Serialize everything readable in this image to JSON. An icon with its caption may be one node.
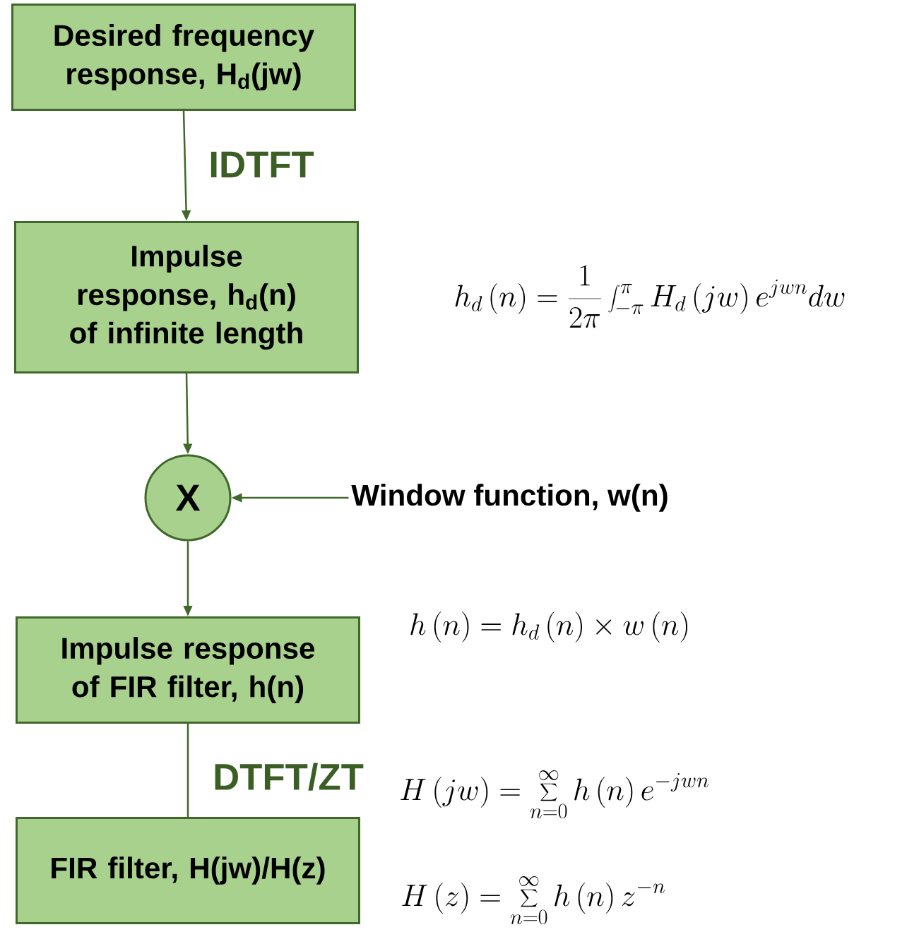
{
  "diagram": {
    "nodes": [
      {
        "text": [
          "Desired frequency response, H$_{d}$(jw)"
        ]
      },
      {
        "text": [
          "Impulse response, h$_{d}$(n) of infinite length"
        ]
      },
      {
        "text": [
          "X"
        ]
      },
      {
        "text": [
          "Window function, w(n)"
        ]
      },
      {
        "text": [
          "Impulse response of FIR filter, h(n)"
        ]
      },
      {
        "text": [
          "FIR filter, H(jw)/H(z)"
        ]
      }
    ],
    "edges": [
      {
        "from": 0,
        "to": 1,
        "arrow": "to",
        "label": "IDTFT"
      },
      {
        "from": 1,
        "to": 2,
        "arrow": "to"
      },
      {
        "from": 3,
        "to": 2,
        "arrow": "to"
      },
      {
        "from": 2,
        "to": 4,
        "arrow": "to"
      },
      {
        "from": 4,
        "to": 5,
        "arrow": "none",
        "label": "DTFT/ZT"
      }
    ],
    "labels": [
      "h_{d}\\left(n\\right)=\\frac{1}{2\\pi}\\int_{-\\pi}^{\\pi}H_{d}\\left(jw\\right)e^{jwn}dw",
      "h\\left(n\\right)=h_{d}\\left(n\\right)\\times w\\left(n\\right)",
      "H\\left(jw\\right)=\\sum_{n=0}^{\\infty}h\\left(n\\right)e^{-jwn}",
      "H\\left(z\\right)=\\sum_{n=0}^{\\infty}h\\left(n\\right)z^{-n}"
    ]
  }
}
